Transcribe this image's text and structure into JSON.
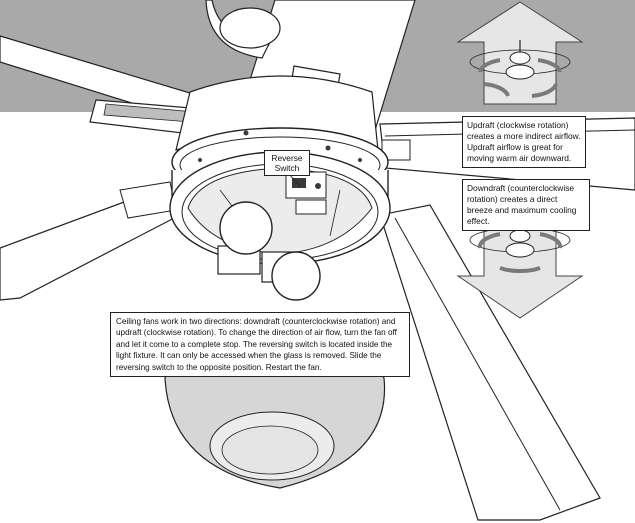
{
  "labels": {
    "reverse_switch": "Reverse\nSwitch",
    "updraft": "Updraft (clockwise rotation) creates a more indirect airflow. Updraft airflow is great for moving warm air downward.",
    "downdraft": "Downdraft (counterclockwise rotation) creates a direct breeze and maximum cooling effect.",
    "instructions": "Ceiling fans work in two directions: downdraft (counterclockwise rotation) and updraft (clockwise rotation). To change the direction of air flow, turn the fan off and let it come to a complete stop. The reversing switch is located inside the light fixture. It can only be accessed when the glass is removed. Slide the reversing switch to the opposite position. Restart the fan."
  },
  "colors": {
    "ceiling": "#a9a9a9",
    "line": "#222222",
    "blade_fill": "#ffffff",
    "housing_dark": "#3a3a3a",
    "arrow_fill": "#e6e6e6",
    "rotation_arrow": "#7a7a7a"
  },
  "icons": {
    "updraft_indicator": "arrow-up-icon",
    "downdraft_indicator": "arrow-down-icon"
  }
}
